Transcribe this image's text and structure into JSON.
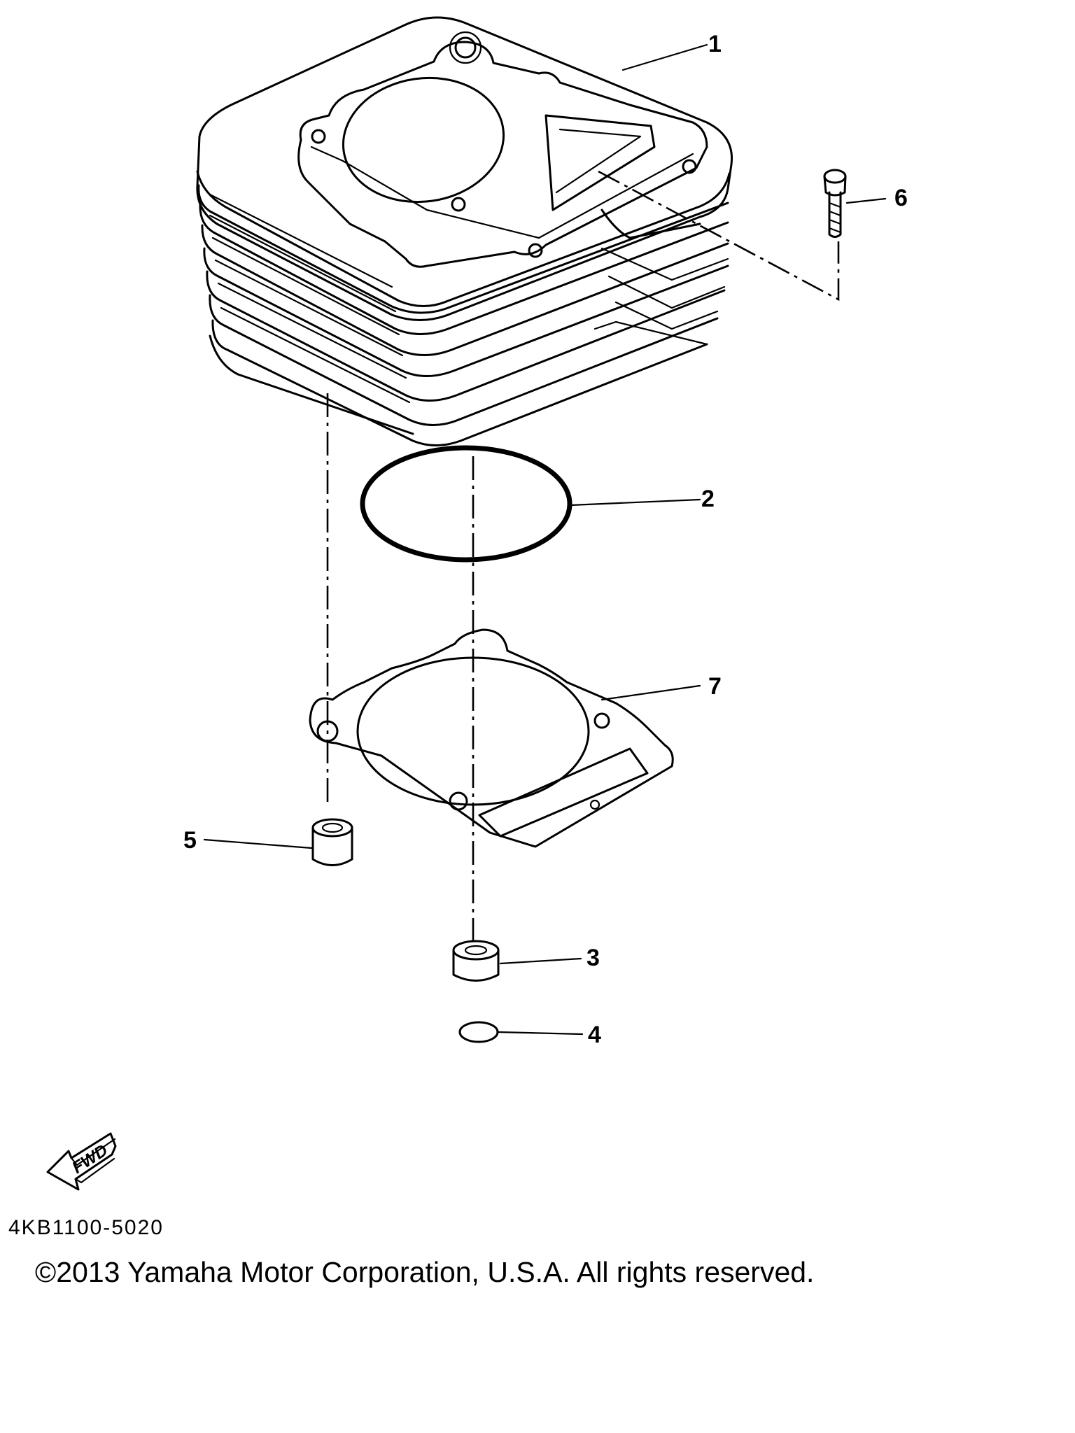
{
  "callouts": {
    "c1": "1",
    "c2": "2",
    "c3": "3",
    "c4": "4",
    "c5": "5",
    "c6": "6",
    "c7": "7"
  },
  "fwd_label": "FWD",
  "diagram_code": "4KB1100-5020",
  "copyright": "©2013 Yamaha Motor Corporation, U.S.A. All rights reserved."
}
